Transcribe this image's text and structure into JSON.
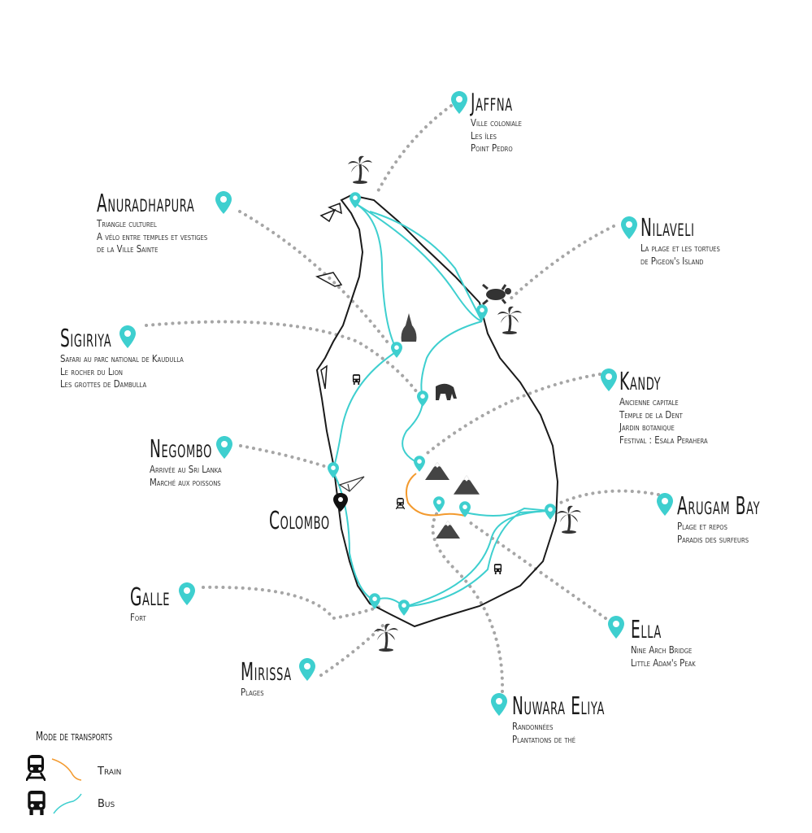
{
  "colors": {
    "bus": "#3ecfcf",
    "train": "#f39a2e",
    "pin": "#3ecfcf",
    "dots": "#a6a6a6",
    "outline": "#1a1a1a"
  },
  "places": [
    {
      "name": "Jaffna",
      "details": [
        "Ville coloniale",
        "Les îles",
        "Point Pedro"
      ]
    },
    {
      "name": "Anuradhapura",
      "details": [
        "Triangle culturel",
        "A vélo entre temples et vestiges",
        "de la Ville Sainte"
      ]
    },
    {
      "name": "Nilaveli",
      "details": [
        "La plage et les tortues",
        "de Pigeon's Island"
      ]
    },
    {
      "name": "Sigiriya",
      "details": [
        "Safari au parc national de Kaudulla",
        "Le rocher du Lion",
        "Les grottes de Dambulla"
      ]
    },
    {
      "name": "Kandy",
      "details": [
        "Ancienne capitale",
        "Temple de la Dent",
        "Jardin botanique",
        "Festival : Esala Perahera"
      ]
    },
    {
      "name": "Negombo",
      "details": [
        "Arrivée au Sri Lanka",
        "Marché aux poissons"
      ]
    },
    {
      "name": "Arugam Bay",
      "details": [
        "Plage et repos",
        "Paradis des surfeurs"
      ]
    },
    {
      "name": "Galle",
      "details": [
        "Fort"
      ]
    },
    {
      "name": "Ella",
      "details": [
        "Nine Arch Bridge",
        "Little Adam's Peak"
      ]
    },
    {
      "name": "Mirissa",
      "details": [
        "Plages"
      ]
    },
    {
      "name": "Nuwara Eliya",
      "details": [
        "Randonnées",
        "Plantations de thé"
      ]
    }
  ],
  "city": "Colombo",
  "legend": {
    "title": "Mode de transports",
    "train": "Train",
    "bus": "Bus"
  }
}
